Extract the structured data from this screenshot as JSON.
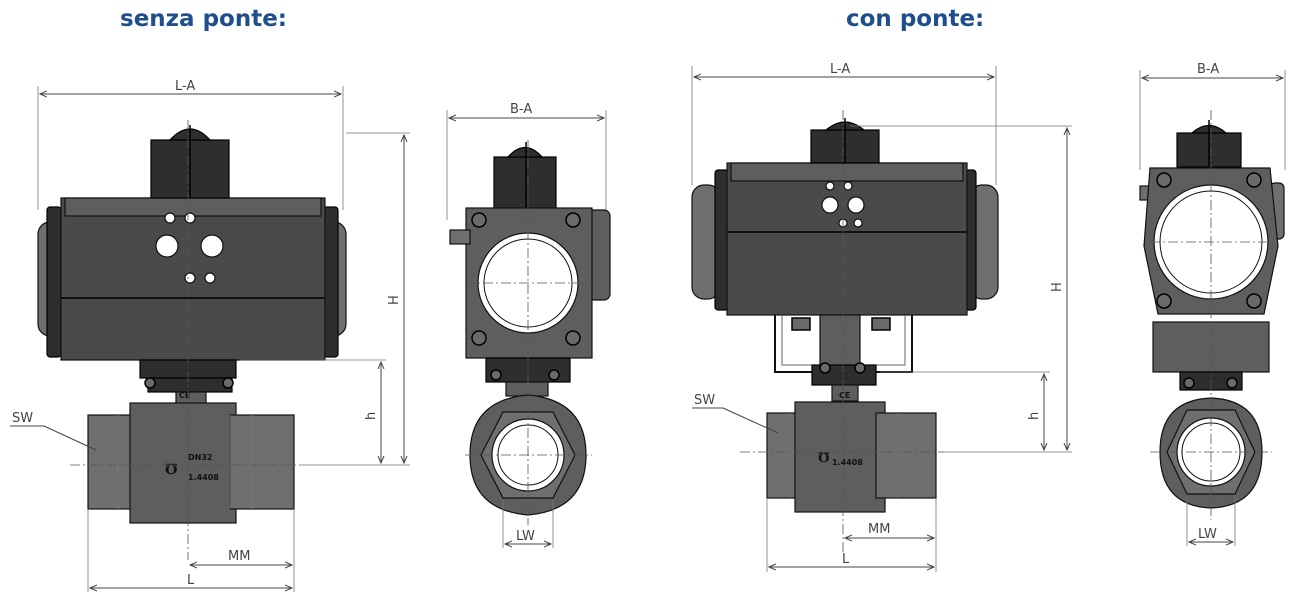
{
  "headings": {
    "left": "senza ponte:",
    "right": "con ponte:"
  },
  "labels": {
    "la": "L-A",
    "ba": "B-A",
    "h_upper": "H",
    "h_lower": "h",
    "sw": "SW",
    "mm": "MM",
    "l": "L",
    "lw": "LW"
  },
  "valve_markings": {
    "dn": "DN32",
    "material": "1.4408",
    "ce": "CE",
    "material_small": "1.4408"
  },
  "colors": {
    "heading": "#1f4e8c"
  }
}
